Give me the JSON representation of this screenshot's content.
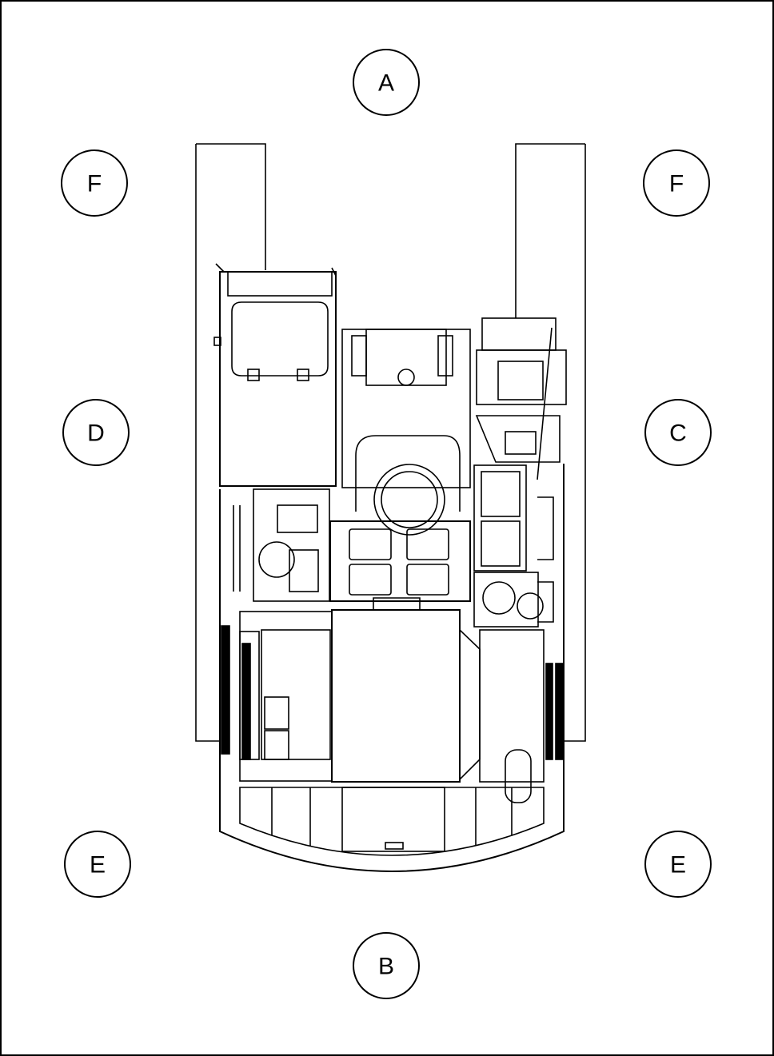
{
  "callouts": {
    "top": "A",
    "bottom": "B",
    "right_middle": "C",
    "left_middle": "D",
    "left_bottom": "E",
    "right_bottom": "E",
    "left_top": "F",
    "right_top": "F"
  },
  "colors": {
    "line": "#000000",
    "background": "#ffffff"
  }
}
